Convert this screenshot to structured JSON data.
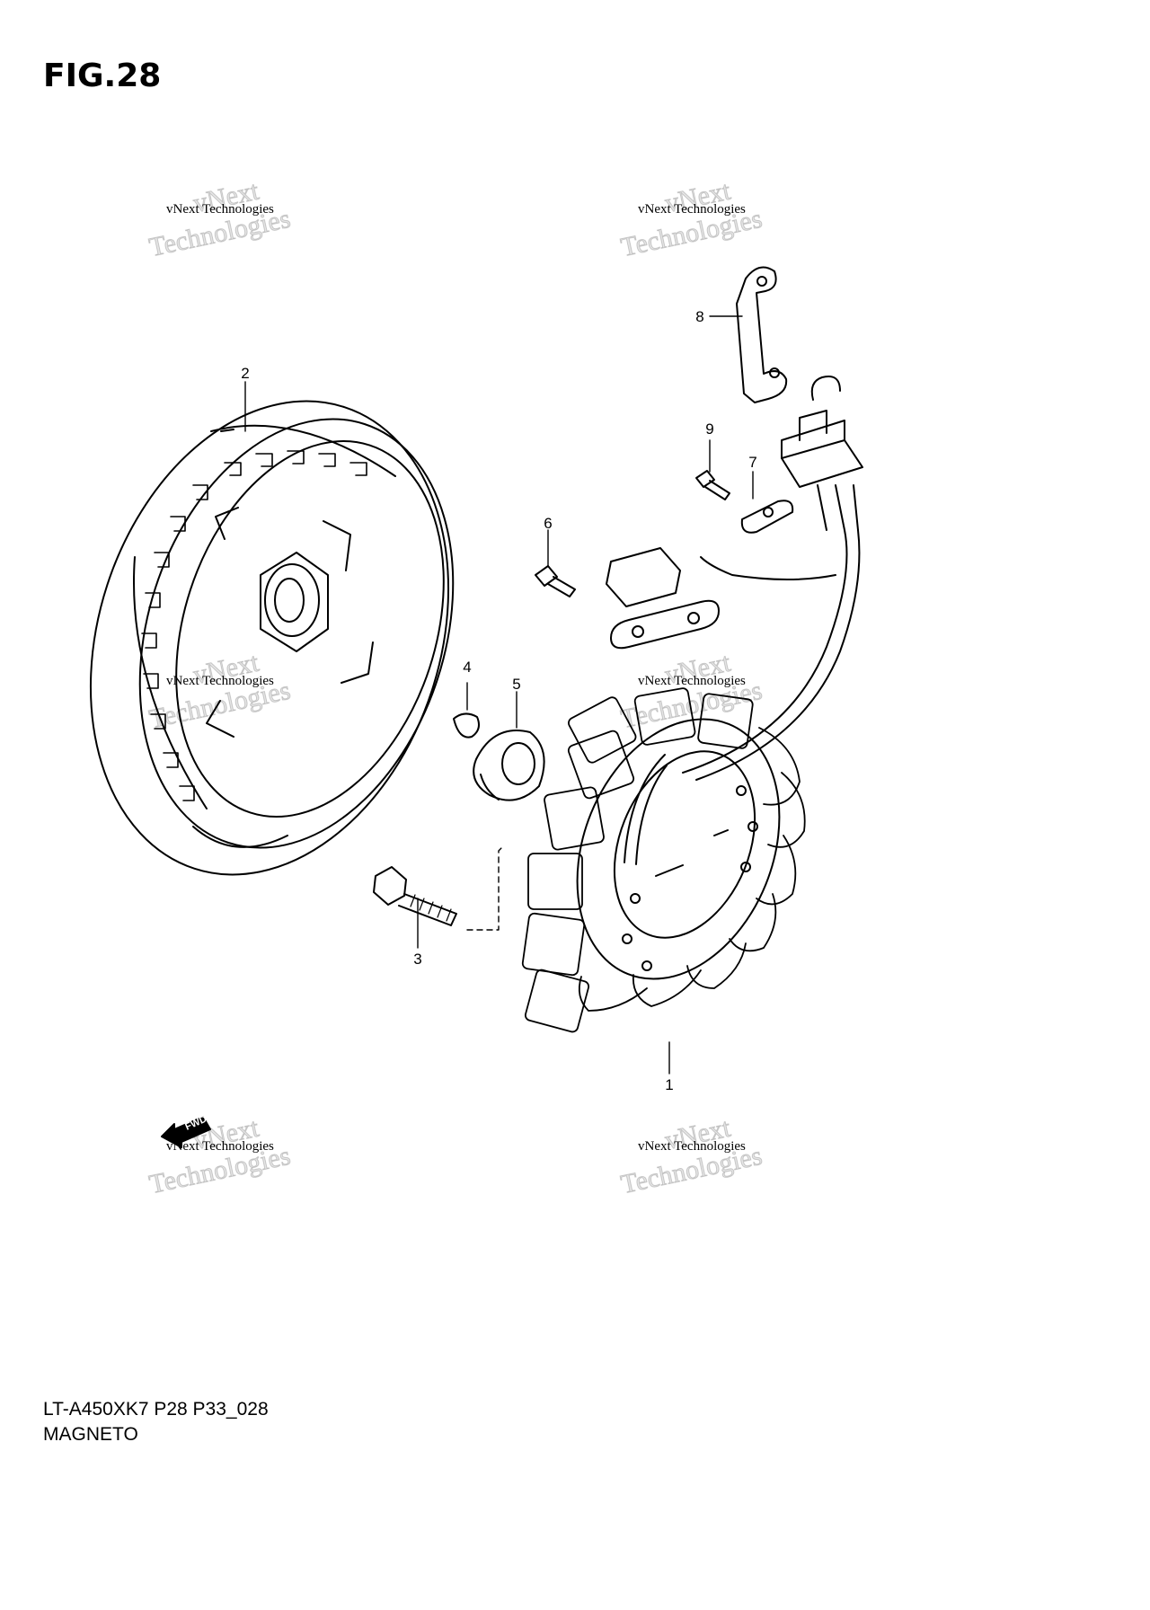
{
  "figure": {
    "title": "FIG.28",
    "code": "LT-A450XK7 P28 P33_028",
    "name": "MAGNETO"
  },
  "callouts": [
    "1",
    "2",
    "3",
    "4",
    "5",
    "6",
    "7",
    "8",
    "9"
  ],
  "direction_label": "FWD",
  "watermark": {
    "line1": "vNext",
    "line2": "vNext Technologies",
    "line3": "Technologies"
  },
  "colors": {
    "ink": "#000000",
    "paper": "#ffffff"
  }
}
